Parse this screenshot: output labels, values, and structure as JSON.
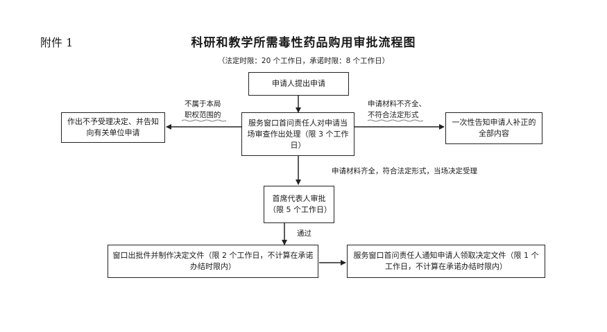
{
  "header": {
    "attachment": "附件 1",
    "title": "科研和教学所需毒性药品购用审批流程图",
    "subtitle": "（法定时限：20 个工作日，承诺时限：8 个工作日）"
  },
  "nodes": {
    "apply": "申请人提出申请",
    "review": "服务窗口首问责任人对申请当场审查作出处理（限 3 个工作日）",
    "reject": "作出不予受理决定、并告知向有关单位申请",
    "supplement": "一次性告知申请人补正的全部内容",
    "approve": "首席代表人审批（限 5 个工作日）",
    "issue": "窗口出批件并制作决定文件（限 2 个工作日，不计算在承诺办结时限内）",
    "notify": "服务窗口首问责任人通知申请人领取决定文件（限 1 个工作日，不计算在承诺办结时限内）"
  },
  "labels": {
    "out_of_scope_1": "不属于本局",
    "out_of_scope_2": "职权范围的",
    "incomplete_1": "申请材料不齐全、",
    "incomplete_2": "不符合法定形式",
    "accepted": "申请材料齐全，符合法定形式，当场决定受理",
    "passed": "通过"
  }
}
